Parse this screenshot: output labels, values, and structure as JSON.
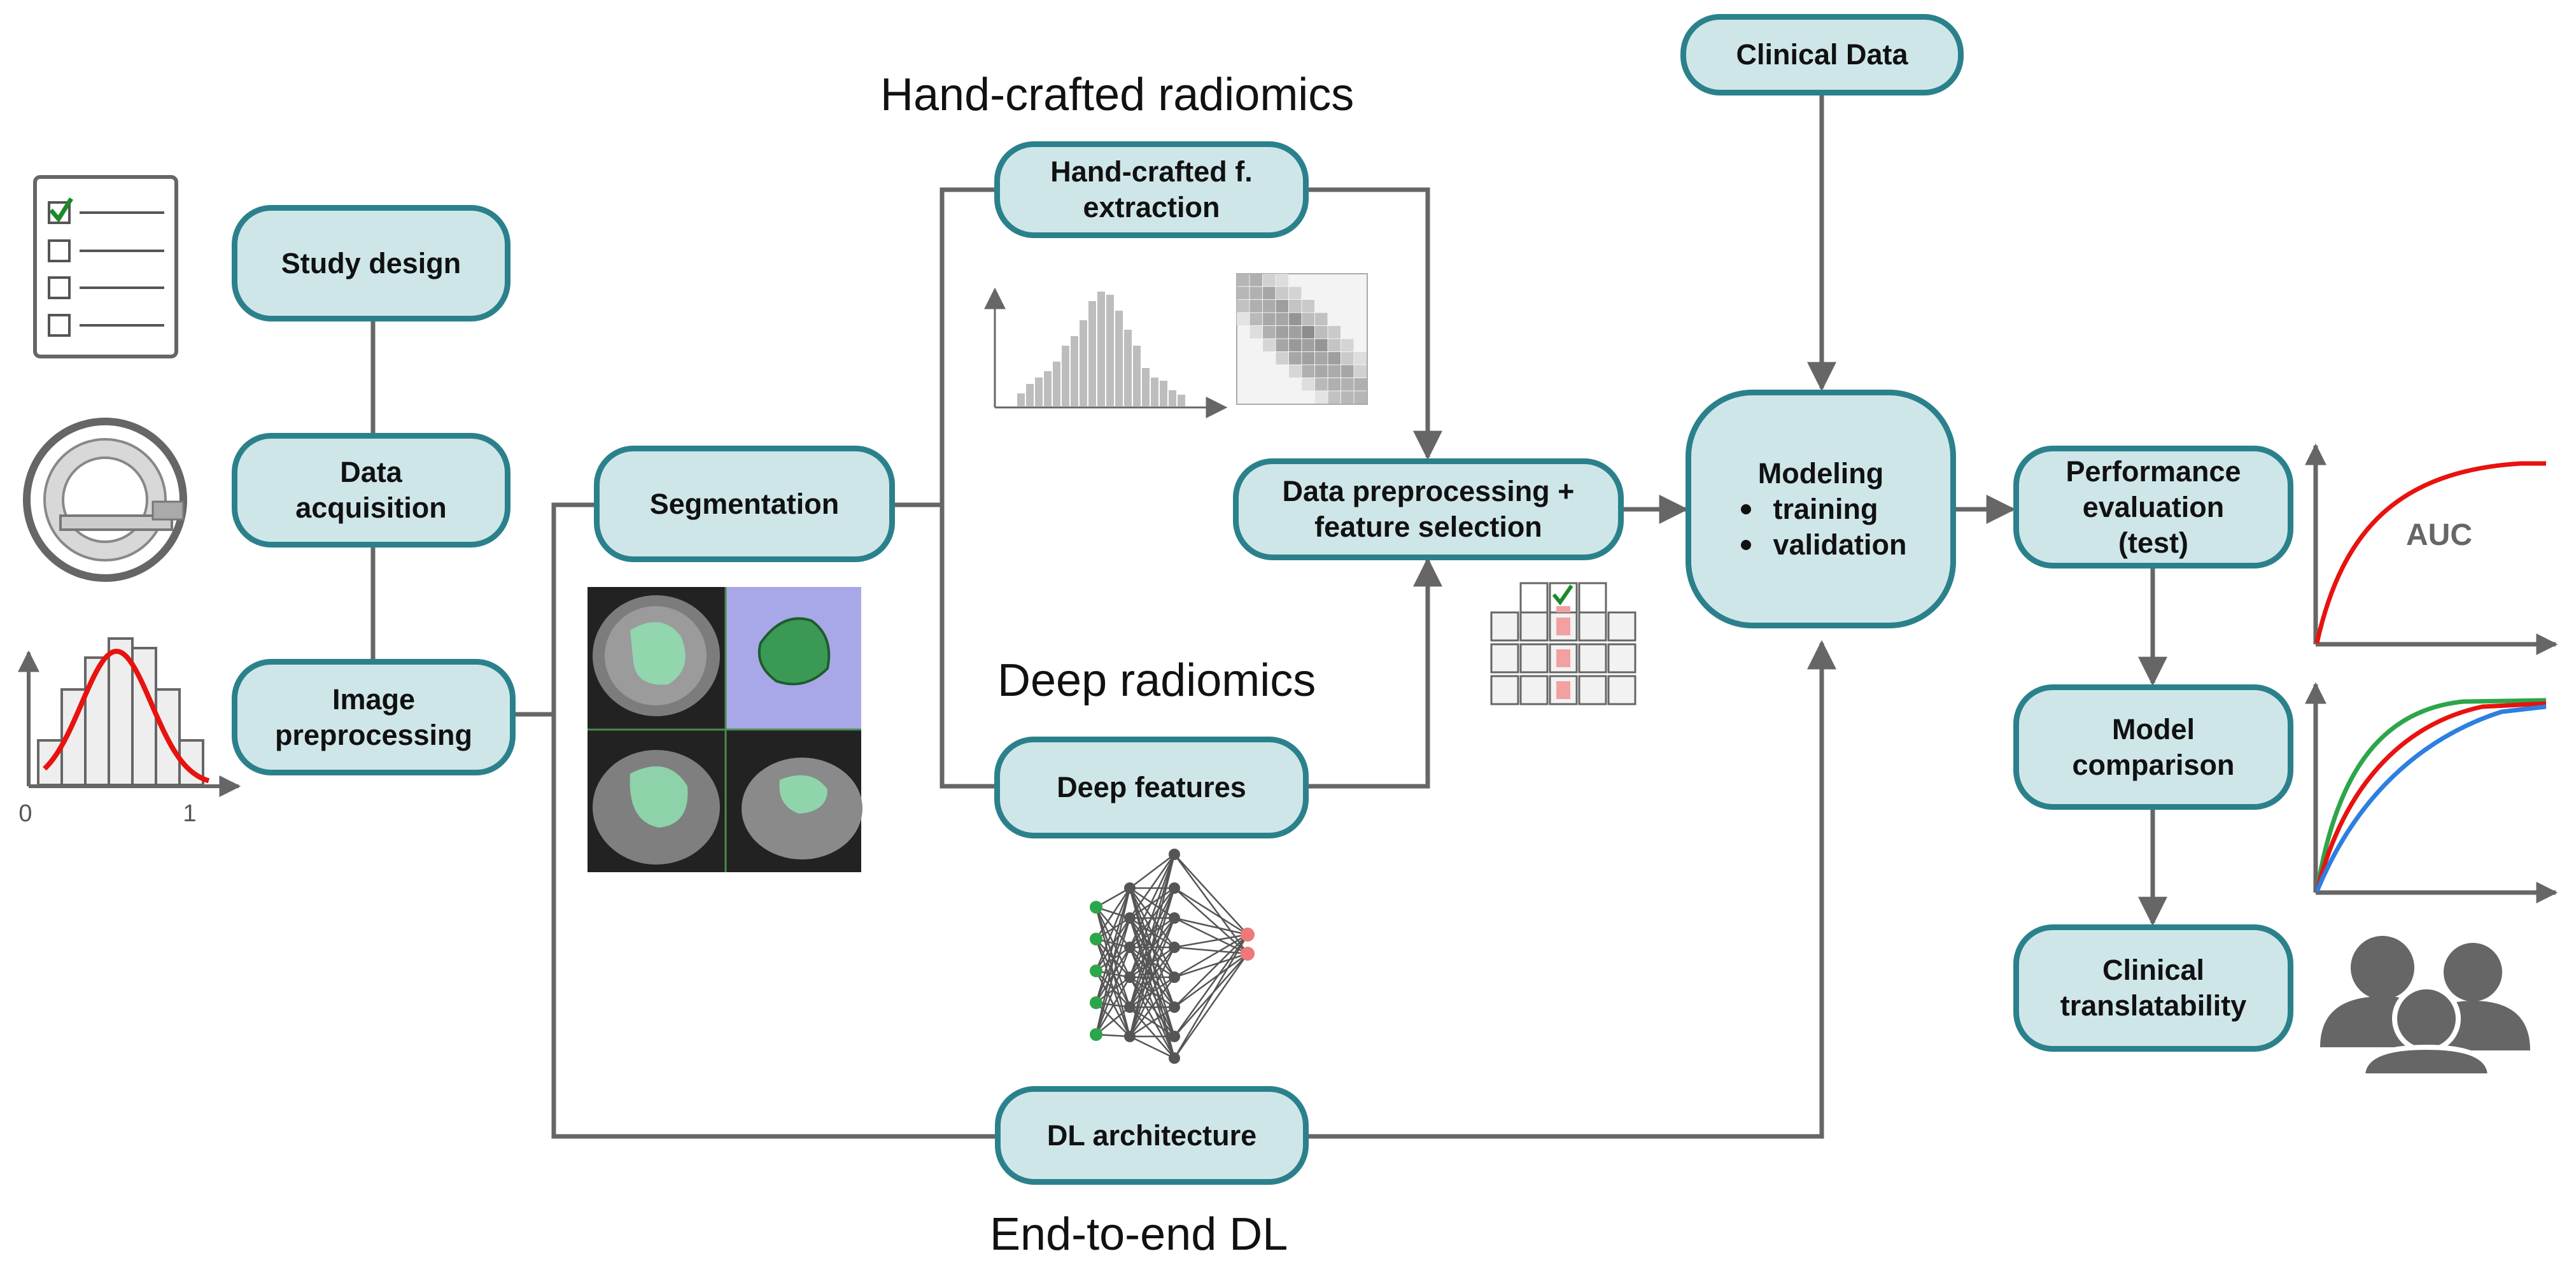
{
  "sections": {
    "handcrafted": "Hand-crafted radiomics",
    "deep": "Deep radiomics",
    "end_to_end": "End-to-end DL"
  },
  "nodes": {
    "study_design": "Study design",
    "data_acquisition": [
      "Data",
      "acquisition"
    ],
    "image_preprocessing": [
      "Image",
      "preprocessing"
    ],
    "segmentation": "Segmentation",
    "handcrafted_extraction": [
      "Hand-crafted f.",
      "extraction"
    ],
    "deep_features": "Deep features",
    "data_preprocessing": [
      "Data preprocessing +",
      "feature selection"
    ],
    "clinical_data": "Clinical Data",
    "modeling": {
      "title": "Modeling",
      "items": [
        "training",
        "validation"
      ]
    },
    "performance_evaluation": [
      "Performance",
      "evaluation",
      "(test)"
    ],
    "model_comparison": [
      "Model",
      "comparison"
    ],
    "clinical_translatability": [
      "Clinical",
      "translatability"
    ],
    "dl_architecture": "DL architecture"
  },
  "histogram_axis": {
    "min_label": "0",
    "max_label": "1"
  },
  "roc_label": "AUC",
  "colors": {
    "node_fill": "#cfe6e9",
    "node_border": "#2b818b",
    "arrow": "#666666",
    "roc_red": "#e8120f",
    "roc_green": "#2da54a",
    "roc_blue": "#2d7fe0",
    "check_green": "#1a8a2a",
    "mask_green": "#8fe0b0",
    "selected_pink": "#f3a0a0"
  },
  "icons": [
    "checklist-icon",
    "mri-scanner-icon",
    "histogram-icon",
    "glcm-matrix-icon",
    "brain-mri-icon",
    "neural-network-icon",
    "feature-table-icon",
    "roc-curve-icon",
    "model-comparison-chart-icon",
    "people-icon"
  ]
}
